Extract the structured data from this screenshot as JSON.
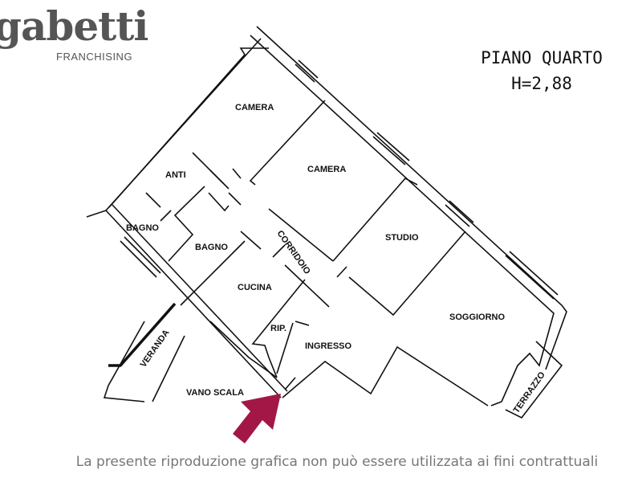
{
  "logo": {
    "brand": "gabetti",
    "subtitle": "FRANCHISING"
  },
  "header": {
    "floor": "PIANO QUARTO",
    "height": "H=2,88"
  },
  "rooms": {
    "camera_1": "CAMERA",
    "camera_2": "CAMERA",
    "anti": "ANTI",
    "bagno_1": "BAGNO",
    "bagno_2": "BAGNO",
    "corridoio": "CORRIDOIO",
    "studio": "STUDIO",
    "cucina": "CUCINA",
    "soggiorno": "SOGGIORNO",
    "rip": "RIP.",
    "ingresso": "INGRESSO",
    "veranda": "VERANDA",
    "vano_scala": "VANO SCALA",
    "terrazzo": "TERRAZZO"
  },
  "colors": {
    "arrow": "#a31746",
    "wall": "#111111"
  },
  "footer": {
    "disclaimer": "La presente riproduzione grafica non può essere utilizzata ai fini contrattuali"
  }
}
